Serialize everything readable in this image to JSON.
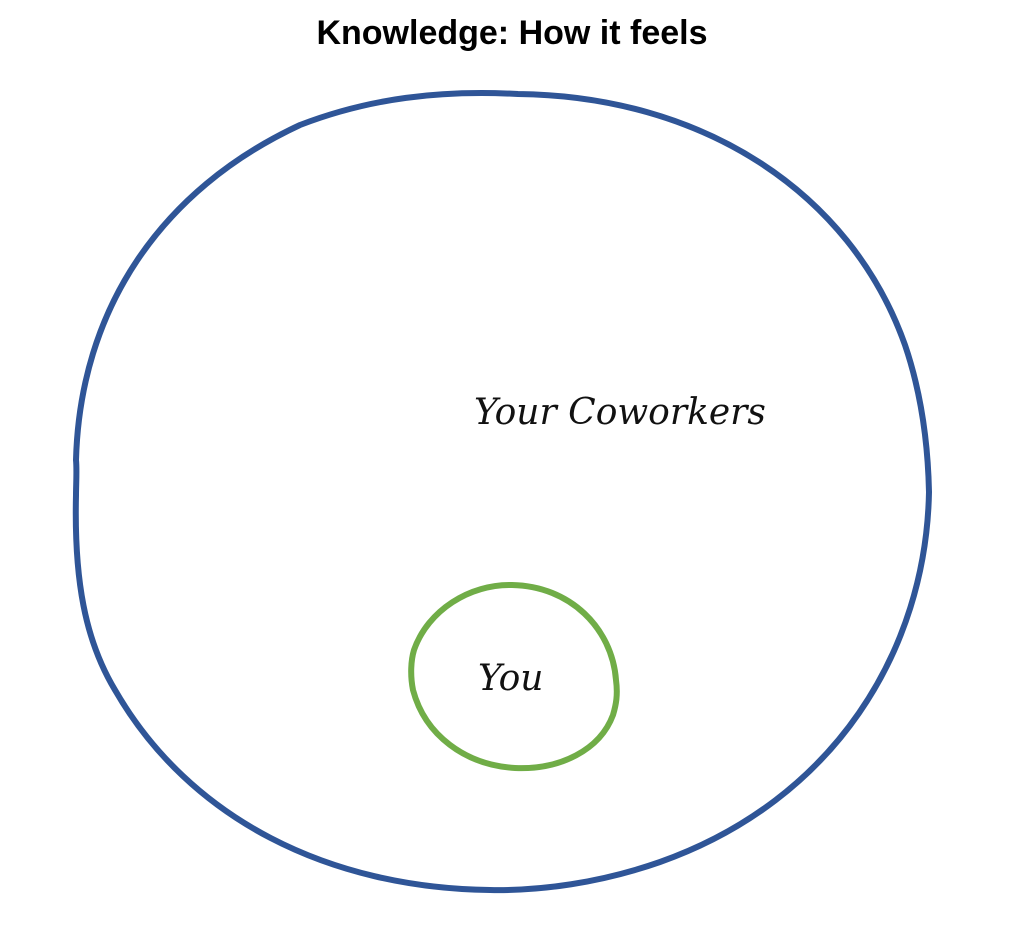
{
  "title": "Knowledge: How it feels",
  "outer_circle": {
    "label": "Your Coworkers",
    "color": "#2f5597"
  },
  "inner_circle": {
    "label": "You",
    "color": "#70ad47"
  }
}
